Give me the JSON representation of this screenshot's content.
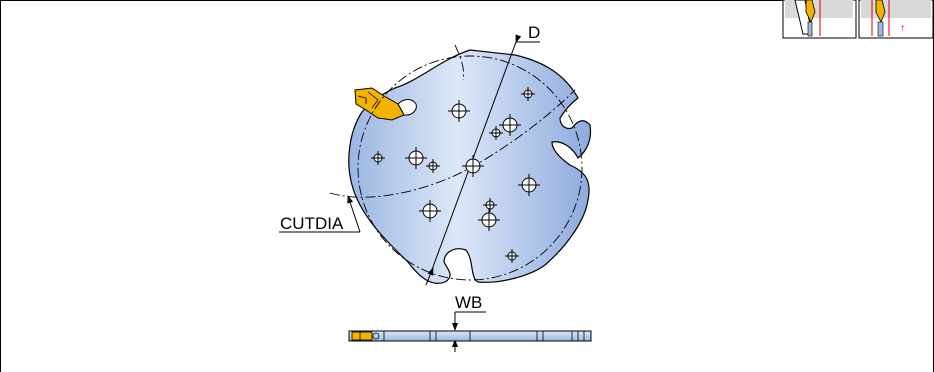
{
  "labels": {
    "diameter": "D",
    "cutting_diameter": "CUTDIA",
    "body_width": "WB"
  },
  "thumbnail_marker": "↑",
  "colors": {
    "body_fill": "#b9cfee",
    "insert_fill": "#f2b200",
    "outline": "#000000",
    "marker": "#d40000"
  }
}
